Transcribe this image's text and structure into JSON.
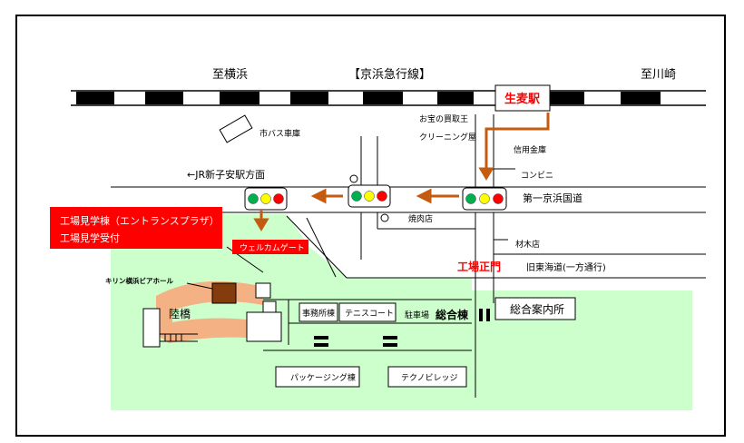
{
  "colors": {
    "park_green": "#ccffcc",
    "arrow_orange": "#c55a11",
    "label_red": "#ff0000",
    "path_pink": "#f4b183",
    "hall_brown": "#843c0c",
    "light_green": "#00b050",
    "light_yellow": "#ffff00",
    "light_red": "#ff0000"
  },
  "labels": {
    "to_yokohama": "至横浜",
    "keihin_line": "【京浜急行線】",
    "to_kawasaki": "至川崎",
    "namamugi_station": "生麦駅",
    "treasure_shop": "お宝の買取王",
    "cleaning_shop": "クリーニング屋",
    "credit_union": "信用金庫",
    "convenience_store": "コンビニ",
    "city_bus_depot": "市バス車庫",
    "jr_shin_koyasu": "←JR新子安駅方面",
    "daiichi_keihin": "第一京浜国道",
    "yakiniku": "焼肉店",
    "lumber_shop": "材木店",
    "factory_main_gate": "工場正門",
    "old_tokaido": "旧東海道(一方通行)",
    "tour_building_line1": "工場見学棟（エントランスプラザ）",
    "tour_building_line2": "工場見学受付",
    "welcome_gate": "ウェルカムゲート",
    "beer_hall": "キリン横浜ビアホール",
    "rikkyo": "陸橋",
    "office_building": "事務所棟",
    "tennis_court": "テニスコート",
    "parking": "駐車場",
    "sogo_building": "総合棟",
    "info_center": "総合案内所",
    "packaging_building": "パッケージング棟",
    "techno_village": "テクノビレッジ"
  }
}
